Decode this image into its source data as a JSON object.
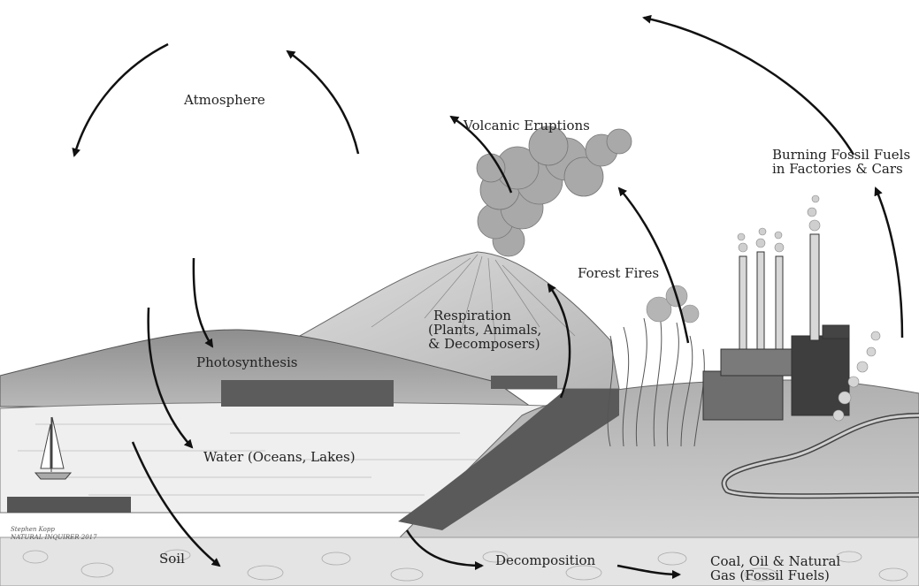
{
  "diagram": {
    "labels": {
      "atmosphere": "Atmosphere",
      "volcanic_eruptions": "Volcanic Eruptions",
      "burning_line1": "Burning Fossil Fuels",
      "burning_line2": "in Factories & Cars",
      "forest_fires": "Forest Fires",
      "respiration_line1": "Respiration",
      "respiration_line2": "(Plants, Animals,",
      "respiration_line3": "& Decomposers)",
      "photosynthesis": "Photosynthesis",
      "water": "Water (Oceans, Lakes)",
      "soil": "Soil",
      "decomposition": "Decomposition",
      "coal_line1": "Coal, Oil & Natural",
      "coal_line2": "Gas (Fossil Fuels)"
    },
    "signature_line1": "Stephen Kopp",
    "signature_line2": "NATURAL INQUIRER 2017",
    "colors": {
      "ink": "#222222",
      "hill": "#9a9a9a",
      "water": "#eeeeee",
      "smoke": "#aaaaaa"
    }
  }
}
